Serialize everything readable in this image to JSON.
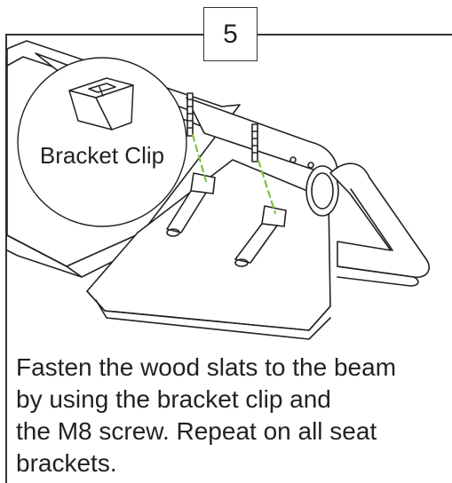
{
  "step": {
    "number": "5"
  },
  "callout": {
    "label": "Bracket Clip",
    "icon": "bracket-clip-icon"
  },
  "illustration": {
    "icon": "bench-assembly-drawing",
    "screw_line_color": "#7dc142"
  },
  "instruction": {
    "lines": [
      "Fasten the wood slats to the beam",
      "by using the bracket clip and",
      "the M8 screw. Repeat on all seat",
      "brackets."
    ]
  }
}
